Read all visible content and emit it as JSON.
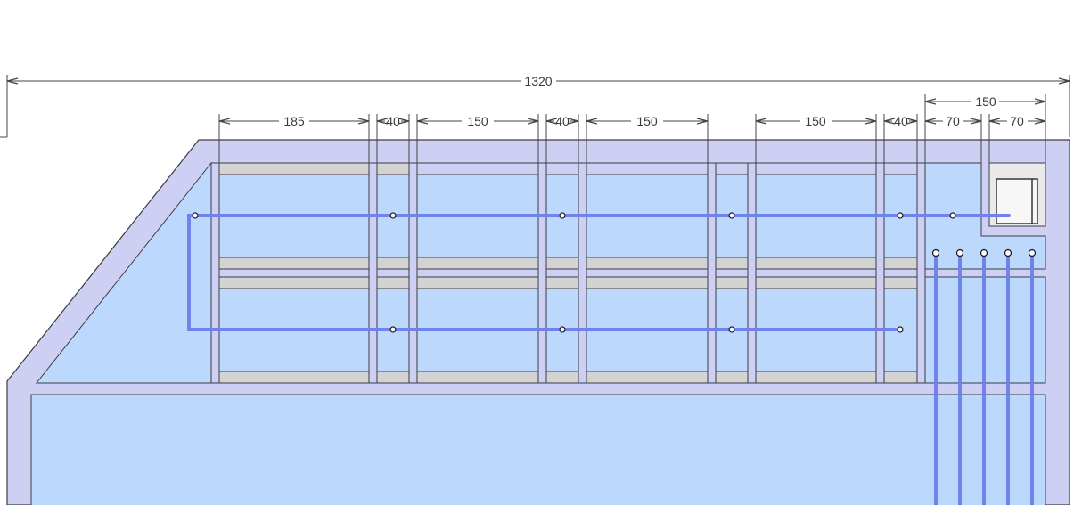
{
  "dimensions": {
    "overall": "1320",
    "segments": [
      "185",
      "40",
      "150",
      "40",
      "150",
      "150",
      "40",
      "70",
      "70"
    ],
    "right_group": "150"
  },
  "colors": {
    "panel_fill": "#cdd0f3",
    "zone_fill": "#bcd9fd",
    "rail_fill": "#d3d3d3",
    "pipe": "#6f83ea",
    "outline": "#3c3c44",
    "dim_line": "#454545",
    "box_fill": "#e9e9e9"
  }
}
